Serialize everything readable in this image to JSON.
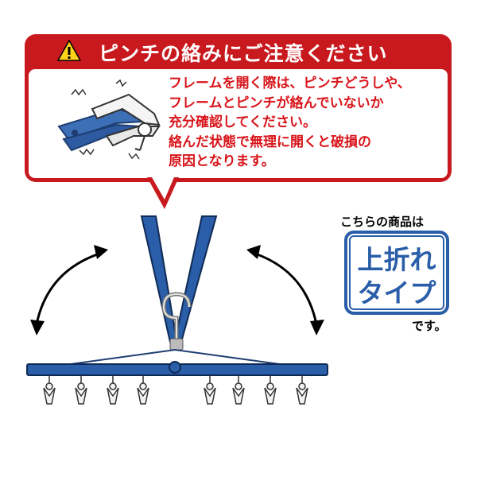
{
  "warning": {
    "icon": "warning-triangle-icon",
    "title": "ピンチの絡みにご注意ください",
    "lines": [
      "フレームを開く際は、ピンチどうしや、",
      "フレームとピンチが絡んでいないか",
      "充分確認してください。",
      "絡んだ状態で無理に開くと破損の",
      "原因となります。"
    ],
    "header_color": "#c81a1e",
    "text_color": "#d8151b"
  },
  "type_badge": {
    "intro": "こちらの商品は",
    "line1": "上折れ",
    "line2": "タイプ",
    "outro": "です。",
    "color": "#2a5ea8"
  },
  "illustration": {
    "clip_icon": "tangled-pinch-clip-icon",
    "hanger_icon": "folding-hanger-icon",
    "arrow_icon": "curved-double-arrow-icon",
    "frame_color": "#2a5ea8"
  }
}
